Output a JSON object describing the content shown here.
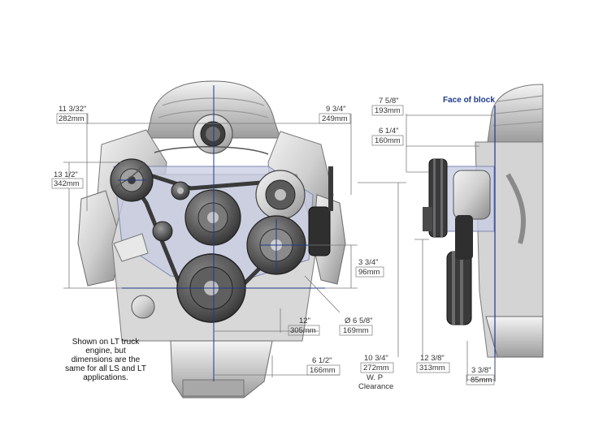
{
  "colors": {
    "dim_line": "#7a7a7a",
    "text": "#333333",
    "accent_blue": "#1f3a8a",
    "metal_light": "#e6e6e6",
    "metal_mid": "#b5b5b5",
    "metal_dark": "#6d6d6d",
    "belt": "#3a3a3a",
    "bracket_tint": "#c7cce3"
  },
  "diagram": {
    "face_of_block": "Face of block",
    "note_lines": [
      "Shown on LT truck",
      "engine, but",
      "dimensions are the",
      "same for all LS and LT",
      "applications."
    ],
    "dims": {
      "d1": {
        "in": "11 3/32\"",
        "mm": "282mm"
      },
      "d2": {
        "in": "9 3/4\"",
        "mm": "249mm"
      },
      "d3": {
        "in": "13 1/2\"",
        "mm": "342mm"
      },
      "d4": {
        "in": "3 3/4\"",
        "mm": "96mm"
      },
      "d5": {
        "in": "12\"",
        "mm": "305mm"
      },
      "d6": {
        "in": "Ø 6 5/8\"",
        "mm": "169mm"
      },
      "d7": {
        "in": "6 1/2\"",
        "mm": "166mm"
      },
      "d8": {
        "in": "10 3/4\"",
        "mm": "272mm",
        "extra1": "W. P",
        "extra2": "Clearance"
      },
      "d9": {
        "in": "7 5/8\"",
        "mm": "193mm"
      },
      "d10": {
        "in": "6 1/4\"",
        "mm": "160mm"
      },
      "d11": {
        "in": "12 3/8\"",
        "mm": "313mm"
      },
      "d12": {
        "in": "3 3/8\"",
        "mm": "85mm"
      }
    }
  }
}
